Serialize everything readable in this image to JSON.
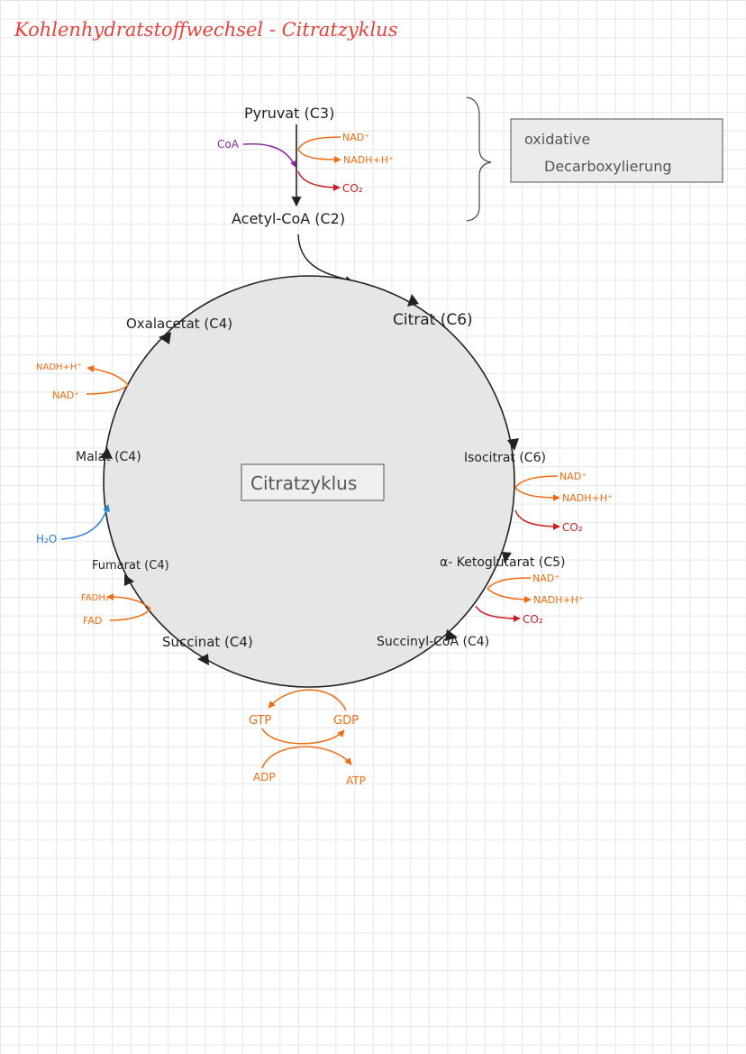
{
  "title": "Kohlenhydratstoffwechsel - Citratzyklus",
  "colors": {
    "title": "#e8413a",
    "black": "#222222",
    "orange": "#ef6c12",
    "red": "#c81e1e",
    "purple": "#8a2a9b",
    "blue": "#2a82d6",
    "circle_fill": "#e6e6e6",
    "box_border": "#888888"
  },
  "oxidative_decarboxylation": {
    "box_line1": "oxidative",
    "box_line2": "Decarboxylierung",
    "pyruvat": "Pyruvat (C3)",
    "coa": "CoA",
    "nad": "NAD⁺",
    "nadh": "NADH+H⁺",
    "co2": "CO₂",
    "acetyl_coa": "Acetyl-CoA (C2)"
  },
  "cycle": {
    "center_label": "Citratzyklus",
    "citrat": "Citrat (C6)",
    "isocitrat": "Isocitrat (C6)",
    "ketoglutarat": "α- Ketoglutarat (C5)",
    "succinyl_coa": "Succinyl-CoA (C4)",
    "succinat": "Succinat (C4)",
    "fumarat": "Fumarat (C4)",
    "malat": "Malat (C4)",
    "oxalacetat": "Oxalacetat (C4)"
  },
  "side_reactions": {
    "iso_nad": "NAD⁺",
    "iso_nadh": "NADH+H⁺",
    "iso_co2": "CO₂",
    "keto_nad": "NAD⁺",
    "keto_nadh": "NADH+H⁺",
    "keto_co2": "CO₂",
    "fad": "FAD",
    "fadh2": "FADH₂",
    "h2o": "H₂O",
    "mal_nad": "NAD⁺",
    "mal_nadh": "NADH+H⁺",
    "gtp": "GTP",
    "gdp": "GDP",
    "adp": "ADP",
    "atp": "ATP"
  }
}
